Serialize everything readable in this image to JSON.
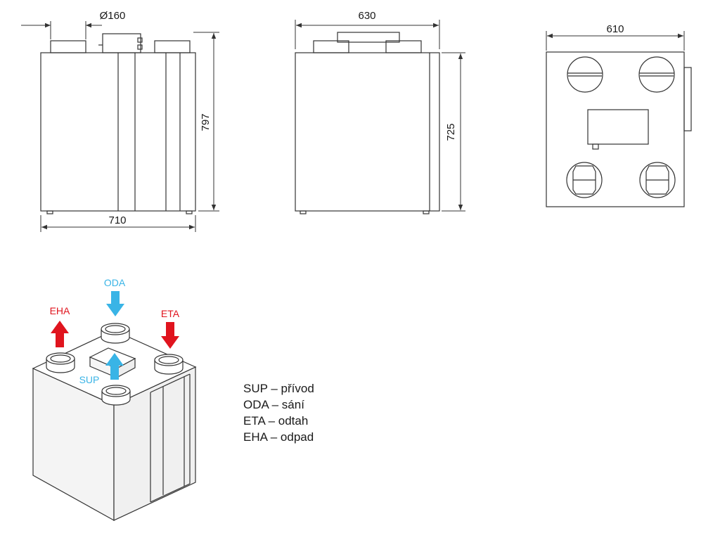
{
  "dimensions": {
    "duct_diameter": "Ø160",
    "front_width": "710",
    "front_height": "797",
    "side_width": "630",
    "side_height": "725",
    "top_width": "610"
  },
  "flows": {
    "oda": "ODA",
    "eha": "EHA",
    "eta": "ETA",
    "sup": "SUP"
  },
  "colors": {
    "fresh_air": "#39b4e6",
    "exhaust_air": "#e0141e",
    "outline": "#333333"
  },
  "legend": [
    "SUP – přívod",
    "ODA – sání",
    "ETA – odtah",
    "EHA – odpad"
  ]
}
